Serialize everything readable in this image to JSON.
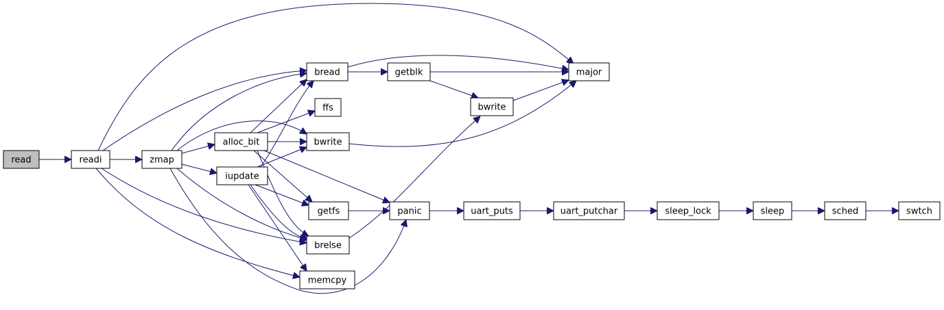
{
  "graph": {
    "edge_color": "#191970",
    "root_fill": "#bfbfbf",
    "nodes": [
      {
        "id": "read",
        "label": "read",
        "root": true
      },
      {
        "id": "readi",
        "label": "readi"
      },
      {
        "id": "zmap",
        "label": "zmap"
      },
      {
        "id": "alloc_bit",
        "label": "alloc_bit"
      },
      {
        "id": "iupdate",
        "label": "iupdate"
      },
      {
        "id": "bread",
        "label": "bread"
      },
      {
        "id": "ffs",
        "label": "ffs"
      },
      {
        "id": "bwrite1",
        "label": "bwrite"
      },
      {
        "id": "getfs",
        "label": "getfs"
      },
      {
        "id": "brelse",
        "label": "brelse"
      },
      {
        "id": "memcpy",
        "label": "memcpy"
      },
      {
        "id": "getblk",
        "label": "getblk"
      },
      {
        "id": "bwrite2",
        "label": "bwrite"
      },
      {
        "id": "major",
        "label": "major"
      },
      {
        "id": "panic",
        "label": "panic"
      },
      {
        "id": "uart_puts",
        "label": "uart_puts"
      },
      {
        "id": "uart_putchar",
        "label": "uart_putchar"
      },
      {
        "id": "sleep_lock",
        "label": "sleep_lock"
      },
      {
        "id": "sleep",
        "label": "sleep"
      },
      {
        "id": "sched",
        "label": "sched"
      },
      {
        "id": "swtch",
        "label": "swtch"
      }
    ],
    "edges": [
      {
        "from": "read",
        "to": "readi"
      },
      {
        "from": "readi",
        "to": "zmap"
      },
      {
        "from": "readi",
        "to": "bread"
      },
      {
        "from": "readi",
        "to": "major"
      },
      {
        "from": "readi",
        "to": "brelse"
      },
      {
        "from": "readi",
        "to": "memcpy"
      },
      {
        "from": "zmap",
        "to": "alloc_bit"
      },
      {
        "from": "zmap",
        "to": "iupdate"
      },
      {
        "from": "zmap",
        "to": "bread"
      },
      {
        "from": "zmap",
        "to": "bwrite1"
      },
      {
        "from": "zmap",
        "to": "brelse"
      },
      {
        "from": "zmap",
        "to": "panic"
      },
      {
        "from": "alloc_bit",
        "to": "bread"
      },
      {
        "from": "alloc_bit",
        "to": "ffs"
      },
      {
        "from": "alloc_bit",
        "to": "bwrite1"
      },
      {
        "from": "alloc_bit",
        "to": "getfs"
      },
      {
        "from": "alloc_bit",
        "to": "brelse"
      },
      {
        "from": "alloc_bit",
        "to": "panic"
      },
      {
        "from": "iupdate",
        "to": "bread"
      },
      {
        "from": "iupdate",
        "to": "bwrite1"
      },
      {
        "from": "iupdate",
        "to": "getfs"
      },
      {
        "from": "iupdate",
        "to": "brelse"
      },
      {
        "from": "iupdate",
        "to": "memcpy"
      },
      {
        "from": "bread",
        "to": "getblk"
      },
      {
        "from": "bread",
        "to": "major"
      },
      {
        "from": "getblk",
        "to": "major"
      },
      {
        "from": "getblk",
        "to": "bwrite2"
      },
      {
        "from": "bwrite2",
        "to": "major"
      },
      {
        "from": "bwrite1",
        "to": "major"
      },
      {
        "from": "getfs",
        "to": "panic"
      },
      {
        "from": "brelse",
        "to": "bwrite2"
      },
      {
        "from": "panic",
        "to": "uart_puts"
      },
      {
        "from": "uart_puts",
        "to": "uart_putchar"
      },
      {
        "from": "uart_putchar",
        "to": "sleep_lock"
      },
      {
        "from": "sleep_lock",
        "to": "sleep"
      },
      {
        "from": "sleep",
        "to": "sched"
      },
      {
        "from": "sched",
        "to": "swtch"
      }
    ]
  }
}
